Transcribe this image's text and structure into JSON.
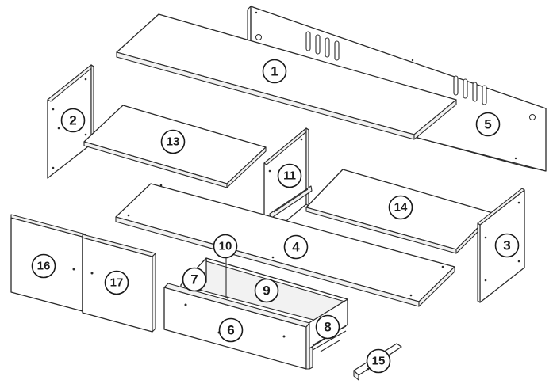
{
  "parts": [
    {
      "key": "p1",
      "label": "1"
    },
    {
      "key": "p2",
      "label": "2"
    },
    {
      "key": "p3",
      "label": "3"
    },
    {
      "key": "p4",
      "label": "4"
    },
    {
      "key": "p5",
      "label": "5"
    },
    {
      "key": "p6",
      "label": "6"
    },
    {
      "key": "p7",
      "label": "7"
    },
    {
      "key": "p8",
      "label": "8"
    },
    {
      "key": "p9",
      "label": "9"
    },
    {
      "key": "p10",
      "label": "10"
    },
    {
      "key": "p11",
      "label": "11"
    },
    {
      "key": "p13",
      "label": "13"
    },
    {
      "key": "p14",
      "label": "14"
    },
    {
      "key": "p15",
      "label": "15"
    },
    {
      "key": "p16",
      "label": "16"
    },
    {
      "key": "p17",
      "label": "17"
    }
  ]
}
